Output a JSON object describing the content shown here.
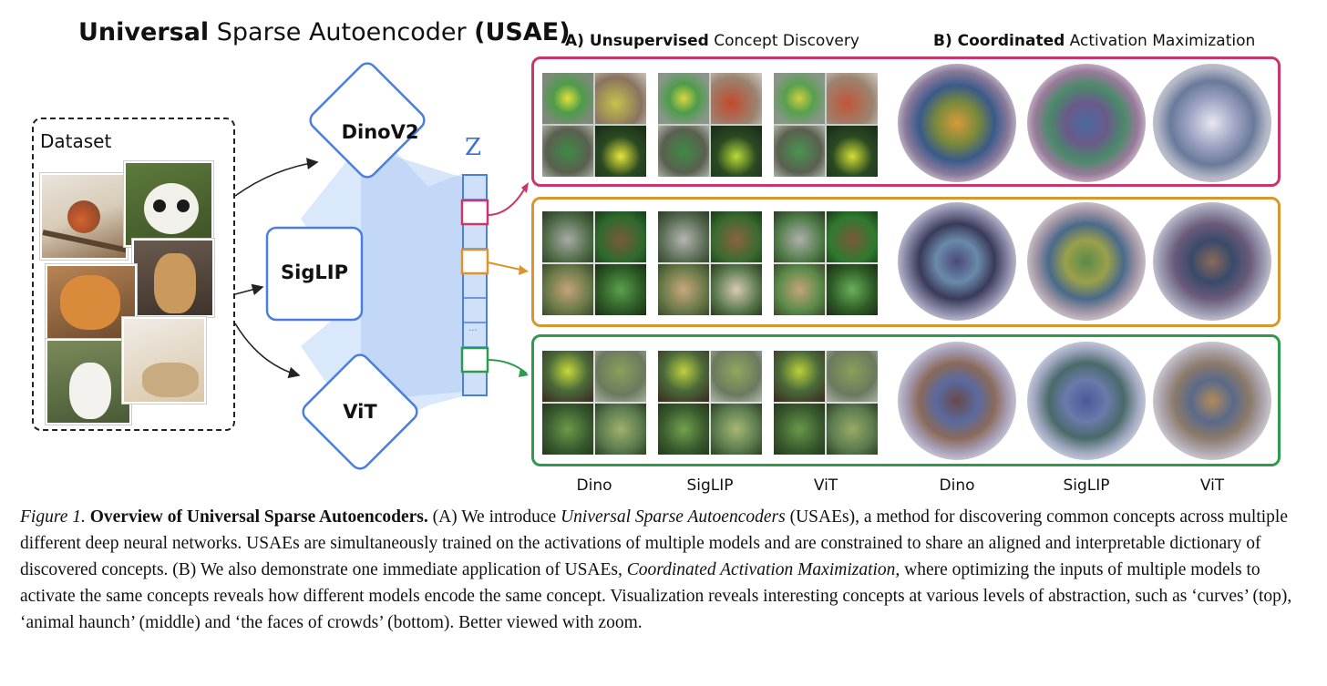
{
  "figure": {
    "title_bold": "Universal",
    "title_mid": " Sparse Autoencoder ",
    "title_abbrev": "(USAE)",
    "section_a_prefix": "A) ",
    "section_a_bold": "Unsupervised",
    "section_a_rest": " Concept Discovery",
    "section_b_prefix": "B) ",
    "section_b_bold": "Coordinated",
    "section_b_rest": " Activation Maximization",
    "dataset_label": "Dataset",
    "models": [
      "DinoV2",
      "SigLIP",
      "ViT"
    ],
    "z_label": "Z",
    "ellipsis": "...",
    "column_labels": [
      "Dino",
      "SigLIP",
      "ViT",
      "Dino",
      "SigLIP",
      "ViT"
    ],
    "row_colors": [
      "#c8366b",
      "#d9962f",
      "#2f9a4e"
    ],
    "accent_blue": "#4a7fe0"
  },
  "caption": {
    "figure_num": "Figure 1.",
    "heading": "Overview of Universal Sparse Autoencoders.",
    "part1": " (A) We introduce ",
    "term1": "Universal Sparse Autoencoders",
    "part2": " (USAEs), a method for discovering common concepts across multiple different deep neural networks. USAEs are simultaneously trained on the activations of multiple models and are constrained to share an aligned and interpretable dictionary of discovered concepts. (B) We also demonstrate one immediate application of USAEs, ",
    "term2": "Coordinated Activation Maximization",
    "part3": ", where optimizing the inputs of multiple models to activate the same concepts reveals how different models encode the same concept. Visualization reveals interesting concepts at various levels of abstraction, such as ‘curves’ (top), ‘animal haunch’ (middle) and ‘the faces of crowds’ (bottom). Better viewed with zoom."
  }
}
